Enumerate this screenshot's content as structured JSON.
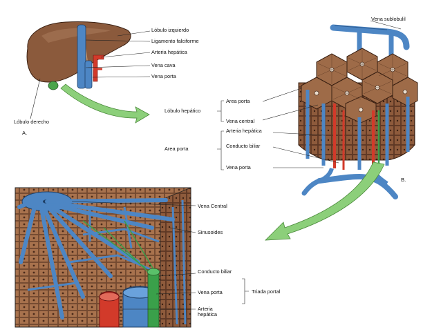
{
  "panel_a": {
    "letter": "A.",
    "labels": {
      "left_lobe": "Lóbulo izquierdo",
      "falciform_ligament": "Ligamento falciforme",
      "hepatic_artery": "Arteria hepática",
      "vena_cava": "Vena cava",
      "portal_vein": "Vena porta",
      "right_lobe": "Lóbulo derecho"
    }
  },
  "panel_b": {
    "letter": "B.",
    "labels": {
      "sublobular_vein": "Vena sublobulil",
      "hepatic_lobule": "Lóbulo hepático",
      "portal_area": "Area porta",
      "central_vein": "Vena central",
      "portal_area_main": "Area porta",
      "hepatic_artery": "Arteria hepática",
      "bile_duct": "Conducto biliar",
      "portal_vein": "Vena porta"
    }
  },
  "panel_c": {
    "labels": {
      "central_vein": "Vena Central",
      "sinusoids": "Sinusoides",
      "bile_duct": "Conducto biliar",
      "portal_vein": "Vena porta",
      "hepatic_artery": "Arteria hepática",
      "portal_triad": "Triada portal"
    }
  },
  "colors": {
    "tissue": "#8a5a3a",
    "tissue_light": "#b07e5a",
    "vein_blue": "#4d86c4",
    "artery_red": "#d23a2a",
    "bile_green": "#3aa04a",
    "arrow_green": "#8ccf7a"
  }
}
